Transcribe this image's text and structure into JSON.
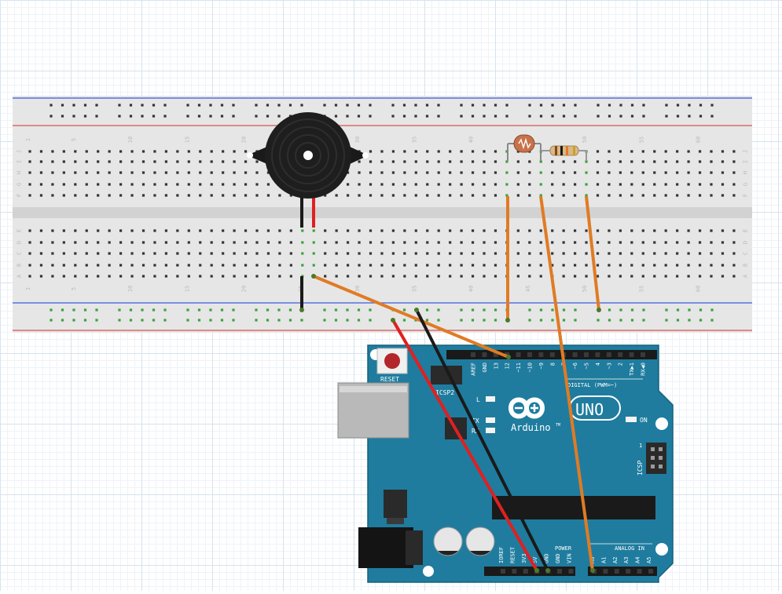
{
  "breadboard": {
    "row_letters_top": [
      "J",
      "I",
      "H",
      "G",
      "F"
    ],
    "row_letters_bottom": [
      "E",
      "D",
      "C",
      "B",
      "A"
    ],
    "column_numbers": [
      "1",
      "5",
      "10",
      "15",
      "20",
      "25",
      "30",
      "35",
      "40",
      "45",
      "50",
      "55",
      "60"
    ]
  },
  "arduino": {
    "reset_label": "RESET",
    "icsp2_label": "ICSP2",
    "led_l_label": "L",
    "led_tx_label": "TX",
    "led_rx_label": "RX",
    "on_label": "ON",
    "icsp_label": "ICSP",
    "icsp_pin1": "1",
    "brand_label": "Arduino",
    "tm_label": "TM",
    "model_label": "UNO",
    "digital_label": "DIGITAL (PWM=~)",
    "power_label": "POWER",
    "analog_label": "ANALOG IN",
    "digital_pins": [
      "AREF",
      "GND",
      "13",
      "12",
      "~11",
      "~10",
      "~9",
      "8",
      "7",
      "~6",
      "~5",
      "4",
      "~3",
      "2",
      "TX▶1",
      "RX◀0"
    ],
    "power_pins": [
      "IOREF",
      "RESET",
      "3V3",
      "5V",
      "GND",
      "GND",
      "VIN"
    ],
    "analog_pins": [
      "A0",
      "A1",
      "A2",
      "A3",
      "A4",
      "A5"
    ]
  },
  "colors": {
    "breadboard": "#e6e6e6",
    "rail_blue": "#3b5bdb",
    "rail_red": "#d9534f",
    "board_teal": "#1f7c9e",
    "wire_orange": "#e07b24",
    "wire_red": "#e02020",
    "wire_black": "#1a1a1a"
  }
}
